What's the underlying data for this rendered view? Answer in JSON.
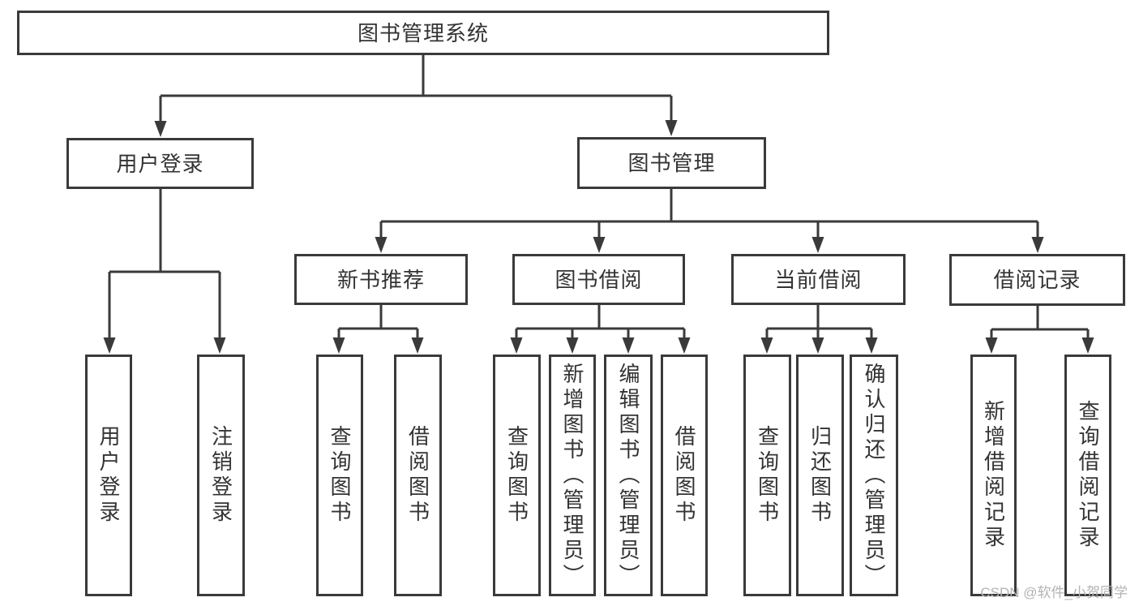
{
  "diagram": {
    "root": {
      "label": "图书管理系统"
    },
    "branches": [
      {
        "label": "用户登录",
        "children": [
          {
            "label": "用户登录"
          },
          {
            "label": "注销登录"
          }
        ]
      },
      {
        "label": "图书管理",
        "children": [
          {
            "label": "新书推荐",
            "children": [
              {
                "label": "查询图书"
              },
              {
                "label": "借阅图书"
              }
            ]
          },
          {
            "label": "图书借阅",
            "children": [
              {
                "label": "查询图书"
              },
              {
                "label": "新增图书（管理员）"
              },
              {
                "label": "编辑图书（管理员）"
              },
              {
                "label": "借阅图书"
              }
            ]
          },
          {
            "label": "当前借阅",
            "children": [
              {
                "label": "查询图书"
              },
              {
                "label": "归还图书"
              },
              {
                "label": "确认归还（管理员）"
              }
            ]
          },
          {
            "label": "借阅记录",
            "children": [
              {
                "label": "新增借阅记录"
              },
              {
                "label": "查询借阅记录"
              }
            ]
          }
        ]
      }
    ]
  },
  "watermark": {
    "text": "CSDN @软件_小贺同学"
  },
  "colors": {
    "line": "#3a3a3a",
    "box_border": "#3a3a3a",
    "box_fill": "#ffffff",
    "text": "#333333",
    "watermark": "#b3b3b3",
    "background": "#ffffff"
  }
}
